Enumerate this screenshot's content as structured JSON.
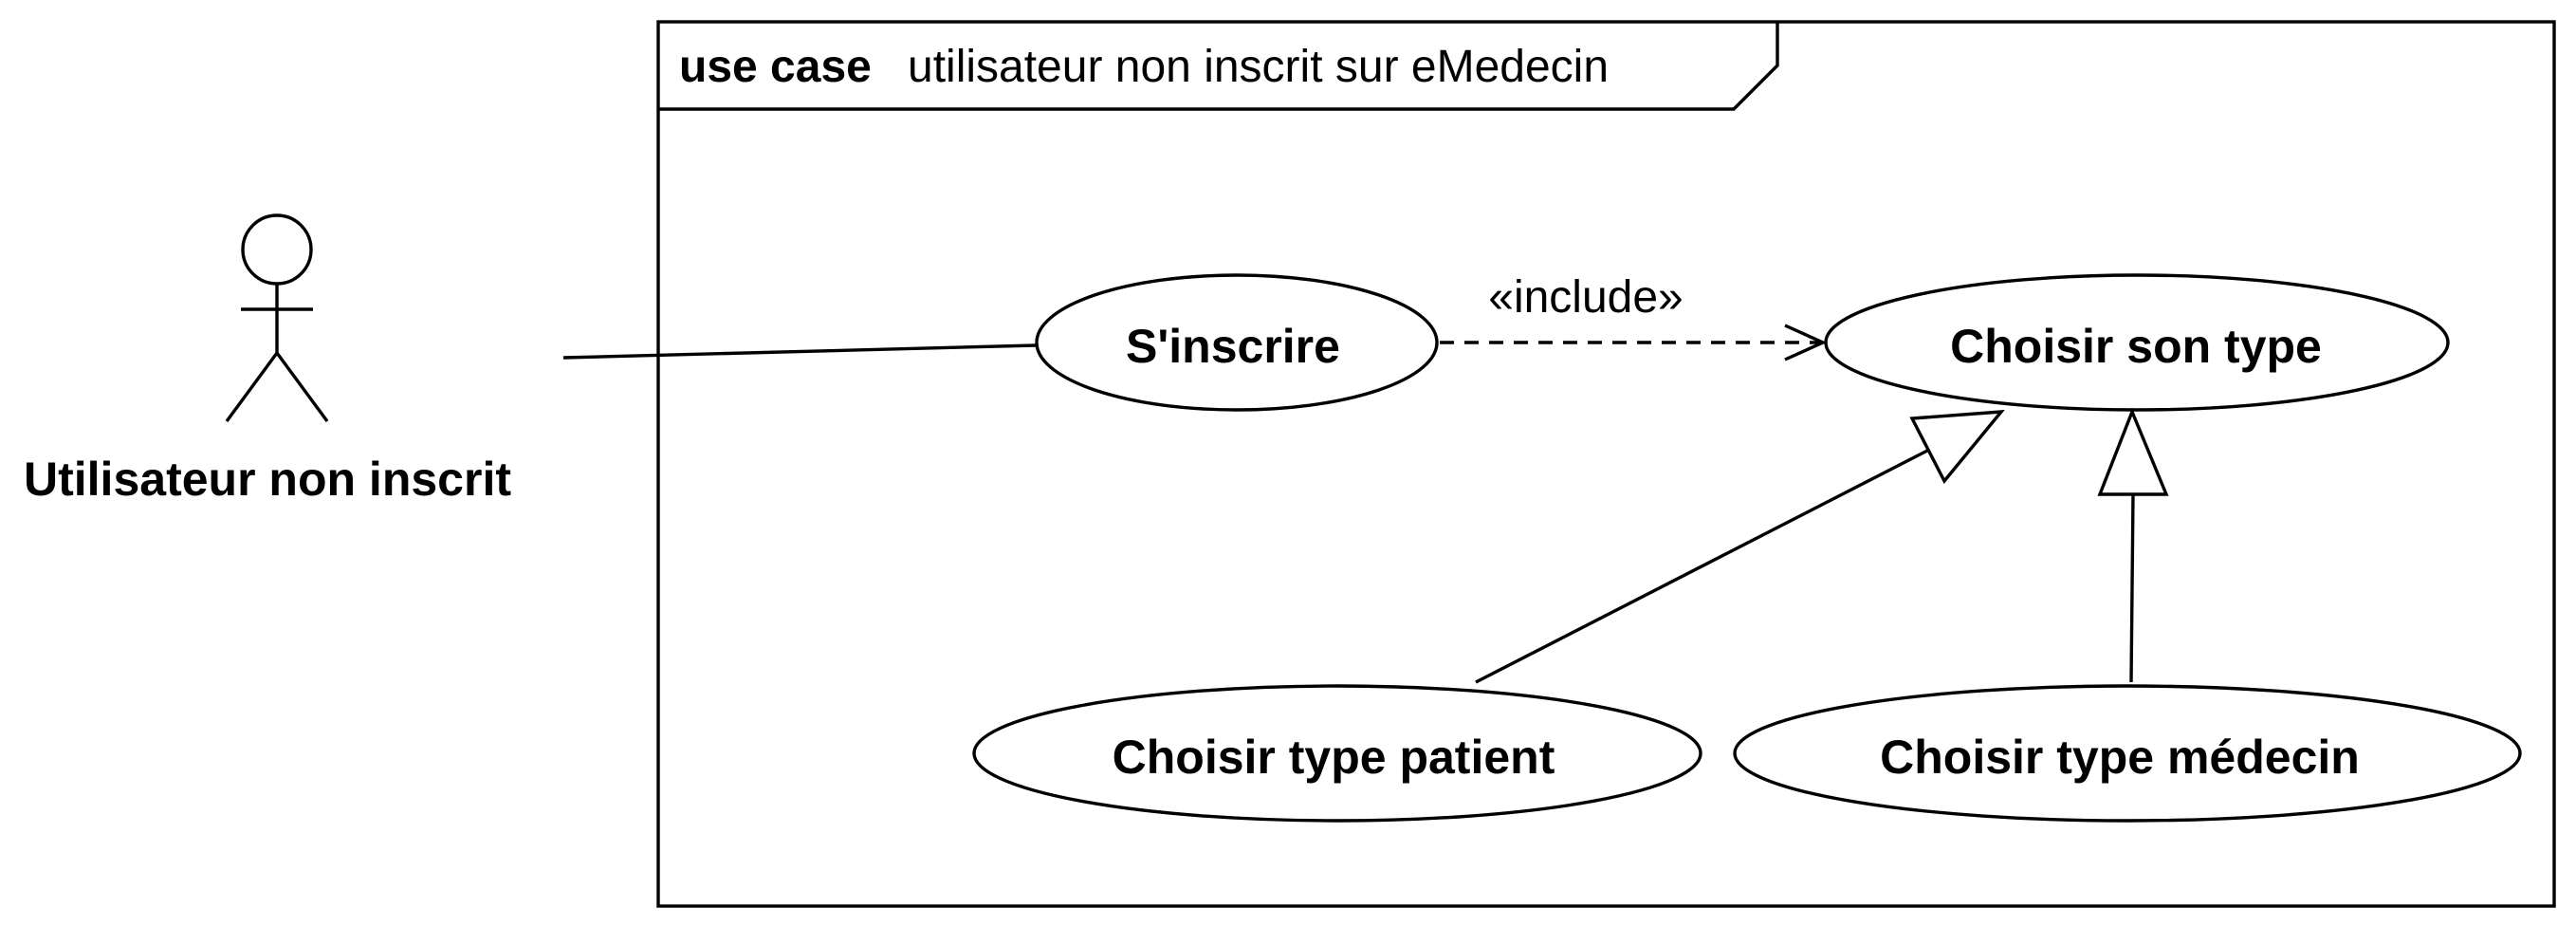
{
  "frame": {
    "keyword": "use case",
    "name": "utilisateur non inscrit sur eMedecin"
  },
  "actor": {
    "label": "Utilisateur non inscrit"
  },
  "use_cases": {
    "sinscrire": "S'inscrire",
    "choisir_type": "Choisir son type",
    "type_patient": "Choisir type patient",
    "type_medecin": "Choisir type médecin"
  },
  "relations": {
    "include_label": "«include»"
  }
}
